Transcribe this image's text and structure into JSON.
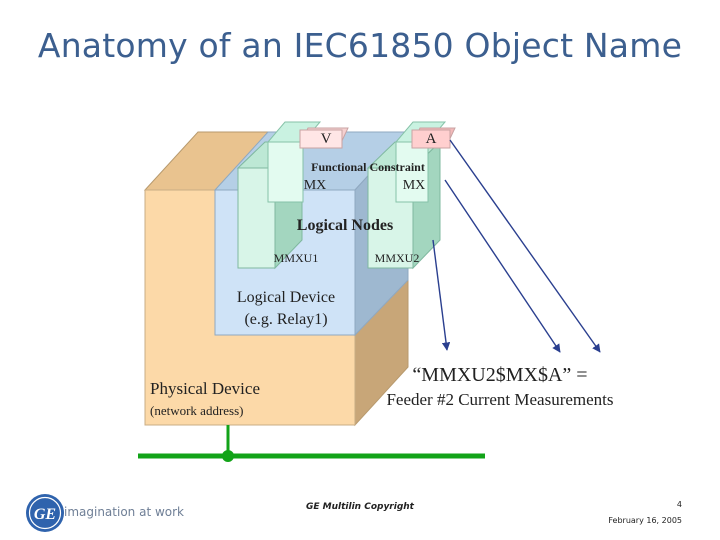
{
  "slide": {
    "title": "Anatomy of an IEC61850 Object Name"
  },
  "diagram": {
    "tab_left": "V",
    "tab_right": "A",
    "functional_constraint": "Functional Constraint",
    "fc_left": "MX",
    "fc_right": "MX",
    "logical_nodes": "Logical Nodes",
    "ln_left": "MMXU1",
    "ln_right": "MMXU2",
    "logical_device_line1": "Logical Device",
    "logical_device_line2": "(e.g. Relay1)",
    "physical_device": "Physical Device",
    "network_address": "(network address)",
    "object_name": "“MMXU2$MX$A” =",
    "object_meaning": "Feeder #2 Current Measurements"
  },
  "footer": {
    "logo_tagline": "imagination at work",
    "copyright": "GE Multilin Copyright",
    "page_number": "4",
    "date": "February 16, 2005"
  },
  "colors": {
    "title": "#3c5f8f",
    "physical_device": "#fcd9a8",
    "logical_device": "#cfe3f7",
    "logical_nodes": "#d8f5e8",
    "tab_v": "#ffe6e6",
    "tab_a": "#ffcfcf",
    "network_bus": "#12a318",
    "arrows": "#2a3f8f"
  }
}
